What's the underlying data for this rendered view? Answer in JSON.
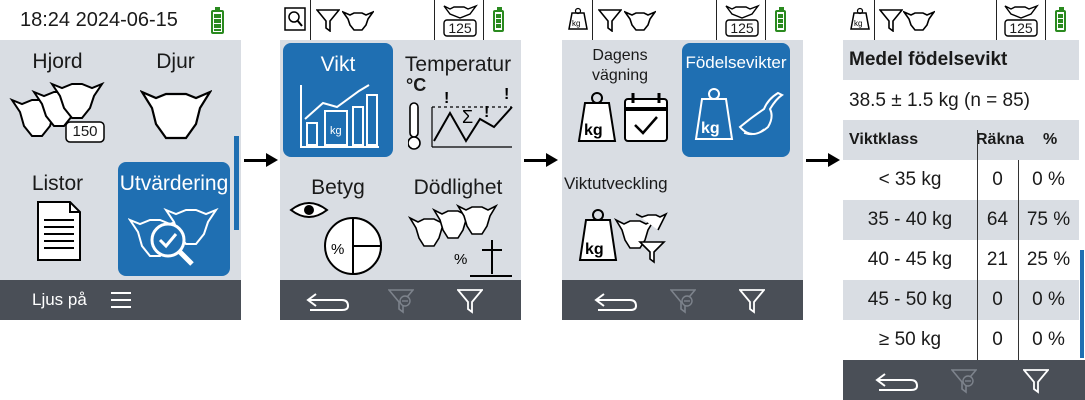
{
  "screen1": {
    "status": {
      "time_date": "18:24 2024-06-15"
    },
    "tiles": [
      {
        "label": "Hjord",
        "badge": "150",
        "icon": "herd-icon"
      },
      {
        "label": "Djur",
        "icon": "cow-head-icon"
      },
      {
        "label": "Listor",
        "icon": "document-list-icon"
      },
      {
        "label": "Utvärdering",
        "icon": "evaluation-icon",
        "selected": true
      }
    ],
    "bottom": {
      "light_label": "Ljus på",
      "menu_icon": "hamburger-menu-icon"
    }
  },
  "screen2": {
    "tiles": [
      {
        "label": "Vikt",
        "icon": "weight-chart-icon",
        "selected": true
      },
      {
        "label": "Temperatur",
        "unit": "°C",
        "icon": "temperature-chart-icon"
      },
      {
        "label": "Betyg",
        "icon": "rating-pie-icon"
      },
      {
        "label": "Dödlighet",
        "icon": "mortality-icon"
      }
    ]
  },
  "screen3": {
    "tiles": [
      {
        "label_line1": "Dagens",
        "label_line2": "vägning",
        "icon": "daily-weighing-icon"
      },
      {
        "label": "Födelsevikter",
        "icon": "birth-weight-icon",
        "selected": true
      },
      {
        "label": "Viktutveckling",
        "icon": "weight-development-icon"
      }
    ]
  },
  "screen4": {
    "title": "Medel födelsevikt",
    "summary": "38.5 ± 1.5 kg (n = 85)",
    "headers": {
      "class": "Viktklass",
      "count": "Räkna",
      "pct": "%"
    },
    "rows": [
      {
        "class": "< 35 kg",
        "count": "0",
        "pct": "0 %"
      },
      {
        "class": "35 - 40 kg",
        "count": "64",
        "pct": "75 %"
      },
      {
        "class": "40 - 45 kg",
        "count": "21",
        "pct": "25 %"
      },
      {
        "class": "45 - 50 kg",
        "count": "0",
        "pct": "0 %"
      },
      {
        "class": "≥ 50 kg",
        "count": "0",
        "pct": "0 %"
      }
    ]
  },
  "status_common": {
    "herd_count": "125"
  },
  "nav_icons": [
    "back-arrow-icon",
    "filter-remove-icon",
    "filter-icon"
  ],
  "colors": {
    "accent": "#1f6fb2",
    "panel": "#d9dde3",
    "bottombar": "#4a4f57",
    "battery": "#2a8a1f"
  }
}
